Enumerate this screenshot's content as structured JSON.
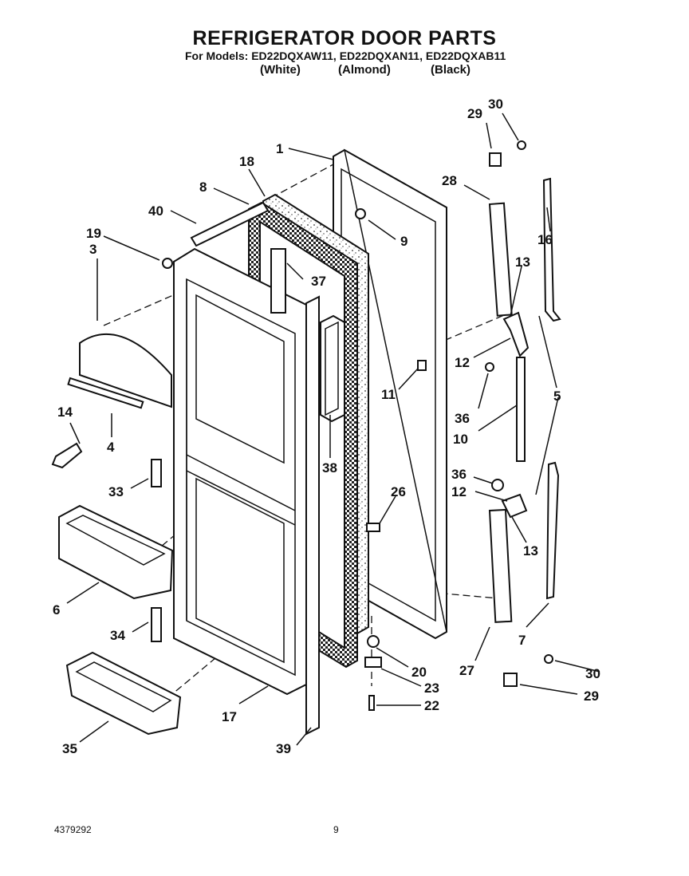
{
  "title": "REFRIGERATOR DOOR PARTS",
  "models_line": "For Models: ED22DQXAW11, ED22DQXAN11, ED22DQXAB11",
  "colors": [
    "(White)",
    "(Almond)",
    "(Black)"
  ],
  "document_number": "4379292",
  "page_number": "9",
  "part_labels": [
    "1",
    "3",
    "4",
    "5",
    "6",
    "7",
    "8",
    "9",
    "10",
    "11",
    "12",
    "12",
    "13",
    "13",
    "14",
    "16",
    "17",
    "18",
    "19",
    "20",
    "22",
    "23",
    "26",
    "27",
    "28",
    "29",
    "29",
    "30",
    "30",
    "33",
    "34",
    "35",
    "36",
    "36",
    "37",
    "38",
    "39",
    "40"
  ]
}
